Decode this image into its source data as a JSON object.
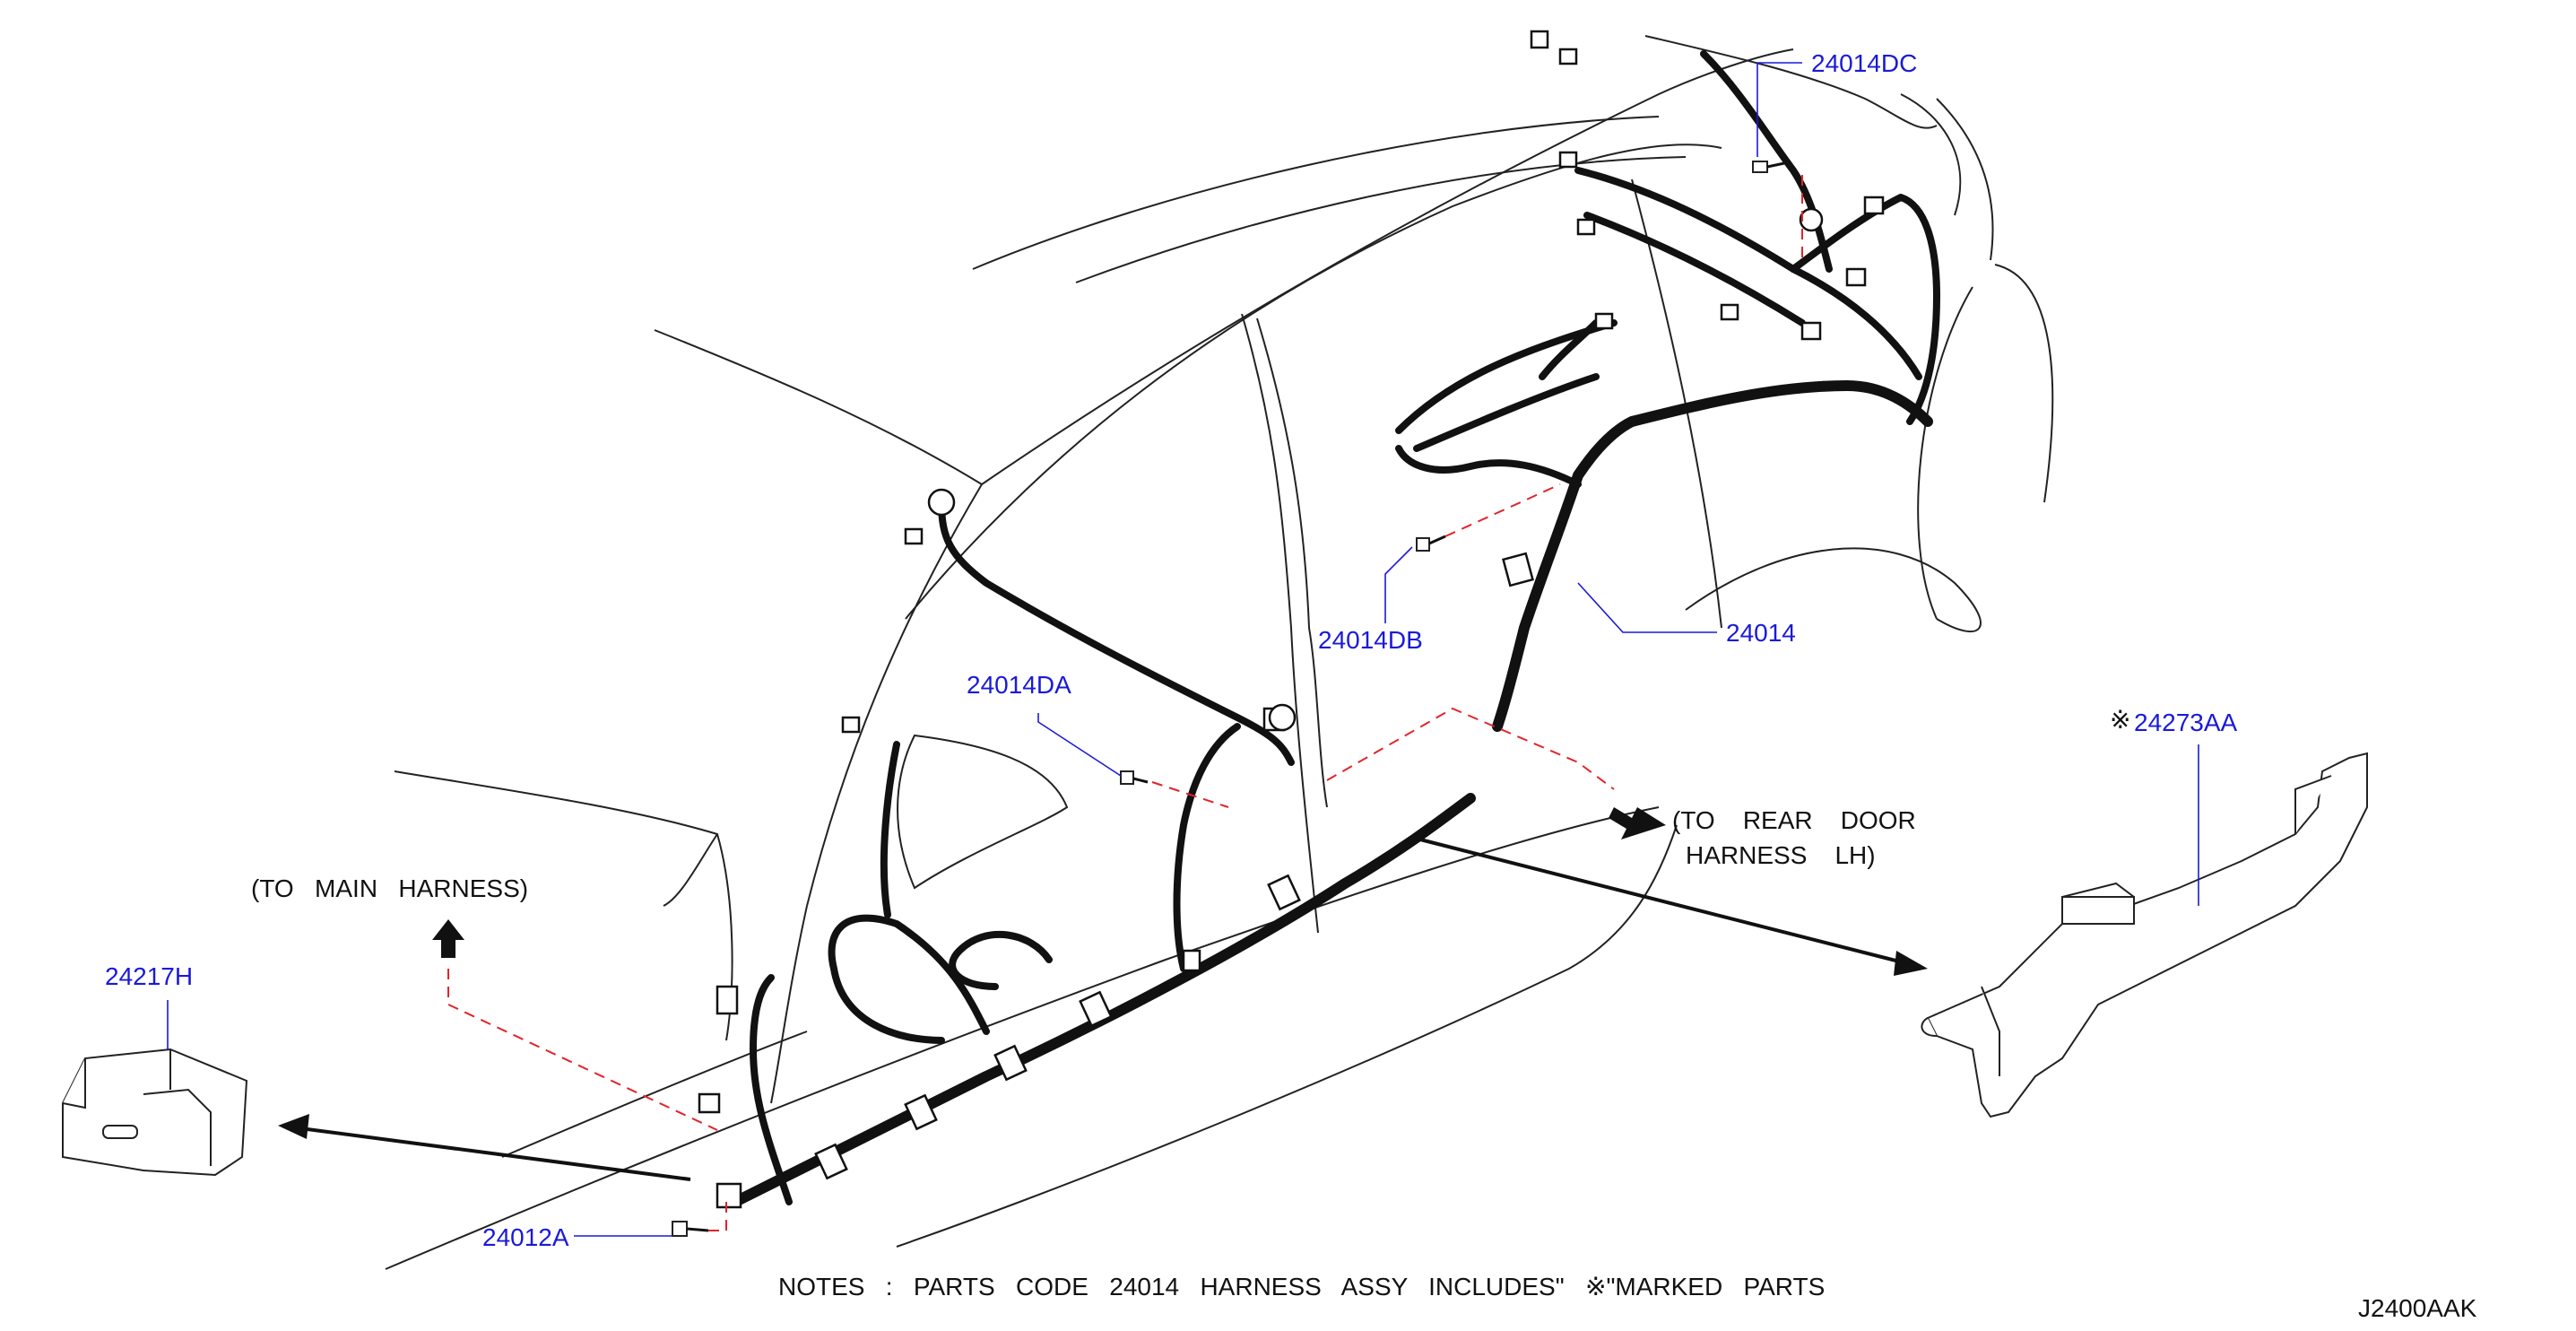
{
  "part_labels": {
    "p24014dc": "24014DC",
    "p24014": "24014",
    "p24014db": "24014DB",
    "p24014da": "24014DA",
    "p24273aa_mark": "※",
    "p24273aa": "24273AA",
    "p24217h": "24217H",
    "p24012a": "24012A"
  },
  "annotations": {
    "to_main_harness": "(TO   MAIN   HARNESS)",
    "to_rear_door_line1": "(TO    REAR    DOOR",
    "to_rear_door_line2": "HARNESS    LH)"
  },
  "notes": "NOTES   :   PARTS   CODE   24014   HARNESS   ASSY   INCLUDES\"   ※\"MARKED   PARTS",
  "diagram_code": "J2400AAK",
  "colors": {
    "label": "#1a1ad8",
    "dashed_guide": "#e0242a",
    "line": "#111111"
  }
}
